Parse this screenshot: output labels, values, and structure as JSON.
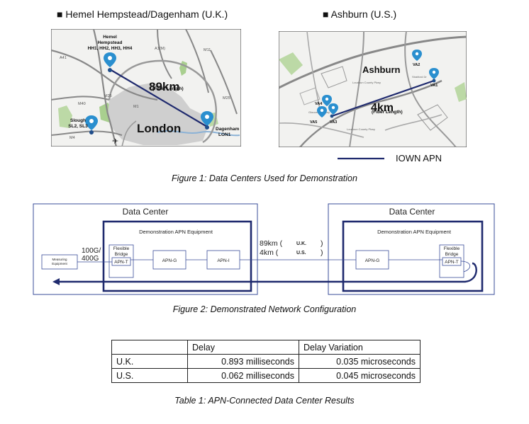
{
  "map_uk": {
    "title": "■ Hemel Hempstead/Dagenham (U.K.)",
    "hemel_label": [
      "Hemel",
      "Hempstead",
      "HH1, HH2, HH3, HH4"
    ],
    "slough_label": [
      "Slough",
      "SL2, SL3"
    ],
    "dagenham_label": [
      "Dagenham",
      "LON1"
    ],
    "city": "London",
    "distance": "89km",
    "distance_note": "(Fiber Length)",
    "road_labels": [
      "A41",
      "A1(M)",
      "M11",
      "M25",
      "M1",
      "M40",
      "M25",
      "M4"
    ]
  },
  "map_us": {
    "title": "■ Ashburn (U.S.)",
    "city": "Ashburn",
    "distance": "4km",
    "distance_note": "(Fiber Length)",
    "site_labels": [
      "VA2",
      "VA1",
      "VA4",
      "VA5",
      "VA3"
    ],
    "minor_labels": [
      "Loudoun County Pkwy",
      "Stratford Dr",
      "Gloucester Pkwy",
      "Loudoun County Pkwy"
    ]
  },
  "legend": {
    "label": "IOWN APN",
    "color": "#1f2a6e"
  },
  "figure1_caption": "Figure 1: Data Centers Used for Demonstration",
  "network": {
    "left_dc_title": "Data Center",
    "right_dc_title": "Data Center",
    "left_equipment_title": "Demonstration APN Equipment",
    "right_equipment_title": "Demonstration APN Equipment",
    "measuring_equipment": [
      "Measuring",
      "Equipment"
    ],
    "speed": [
      "100G/",
      "400G"
    ],
    "flexible_bridge": [
      "Flexible",
      "Bridge"
    ],
    "apn_t": "APN-T",
    "apn_g": "APN-G",
    "apn_i": "APN-I",
    "distance_uk": "89km (",
    "distance_uk_tag": "U.K.",
    "distance_us": "4km (",
    "distance_us_tag": "U.S.",
    "close_paren": ")"
  },
  "figure2_caption": "Figure 2: Demonstrated Network Configuration",
  "results_table": {
    "headers": [
      "",
      "Delay",
      "Delay Variation"
    ],
    "rows": [
      [
        "U.K.",
        "0.893 milliseconds",
        "0.035 microseconds"
      ],
      [
        "U.S.",
        "0.062 milliseconds",
        "0.045 microseconds"
      ]
    ]
  },
  "table1_caption": "Table 1: APN-Connected Data Center Results"
}
